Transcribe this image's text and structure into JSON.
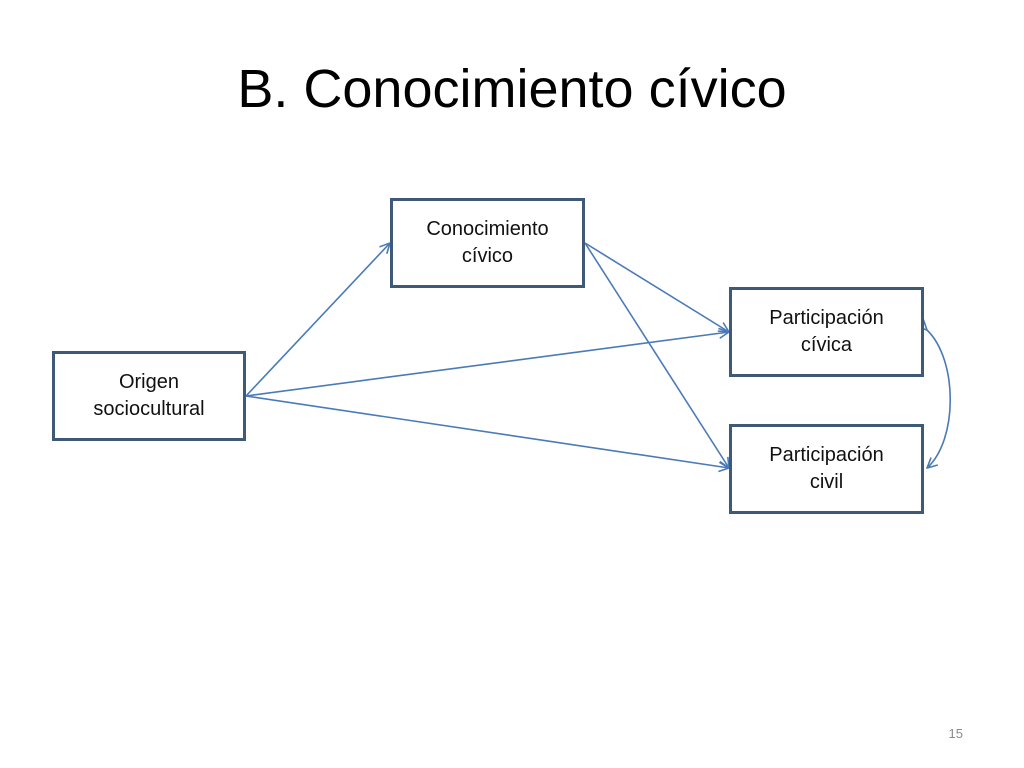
{
  "slide": {
    "title": "B. Conocimiento cívico",
    "page_number": "15"
  },
  "diagram": {
    "nodes": {
      "origen": "Origen\nsociocultural",
      "conocimiento": "Conocimiento\ncívico",
      "civica": "Participación\ncívica",
      "civil": "Participación\ncivil"
    },
    "edges": [
      {
        "from": "origen",
        "to": "conocimiento"
      },
      {
        "from": "origen",
        "to": "civica"
      },
      {
        "from": "origen",
        "to": "civil"
      },
      {
        "from": "conocimiento",
        "to": "civica"
      },
      {
        "from": "conocimiento",
        "to": "civil"
      },
      {
        "from": "civica",
        "to": "civil",
        "type": "bidirectional-curve"
      }
    ],
    "colors": {
      "node_border": "#3f5a78",
      "arrow": "#4a7ab8"
    }
  }
}
